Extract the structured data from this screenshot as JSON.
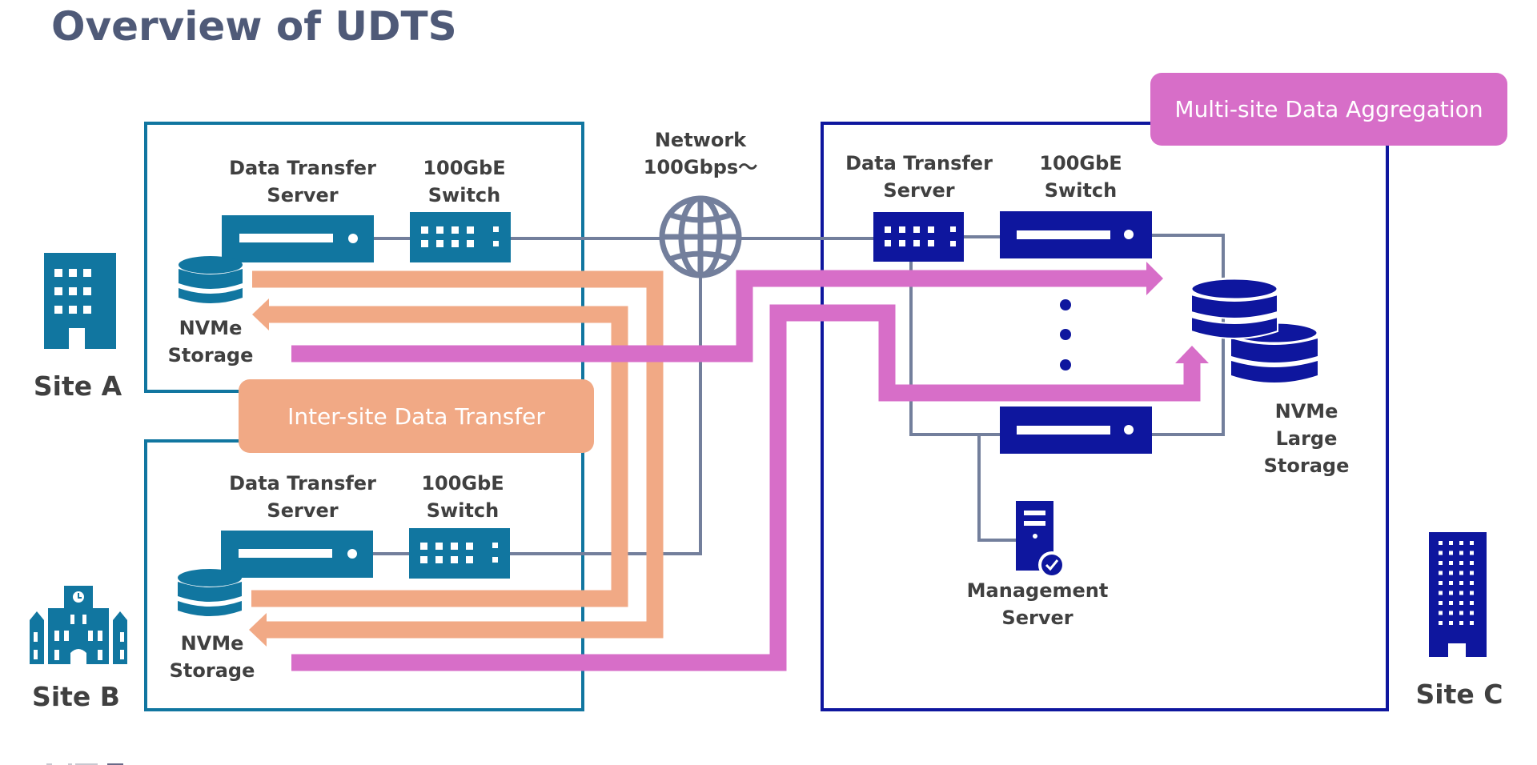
{
  "title": "Overview of UDTS",
  "colors": {
    "site_ab": "#1176a0",
    "site_c": "#0e169e",
    "link": "#737f9c",
    "inter_site": "#f1a985",
    "aggregation": "#d76ec8",
    "text": "#404040",
    "title": "#4f5a78"
  },
  "network": {
    "line1": "Network",
    "line2": "100Gbps～",
    "icon": "globe-icon"
  },
  "badges": {
    "inter_site": "Inter-site Data Transfer",
    "aggregation": "Multi-site Data Aggregation"
  },
  "sites": {
    "a": {
      "name": "Site A",
      "icon": "office-building-icon",
      "server_label": [
        "Data Transfer",
        "Server"
      ],
      "switch_label": [
        "100GbE",
        "Switch"
      ],
      "storage_label": [
        "NVMe",
        "Storage"
      ]
    },
    "b": {
      "name": "Site B",
      "icon": "university-building-icon",
      "server_label": [
        "Data Transfer",
        "Server"
      ],
      "switch_label": [
        "100GbE",
        "Switch"
      ],
      "storage_label": [
        "NVMe",
        "Storage"
      ]
    },
    "c": {
      "name": "Site C",
      "icon": "tower-building-icon",
      "server_label": [
        "Data Transfer",
        "Server"
      ],
      "switch_label": [
        "100GbE",
        "Switch"
      ],
      "storage_label": [
        "NVMe",
        "Large",
        "Storage"
      ],
      "management_label": [
        "Management",
        "Server"
      ]
    }
  }
}
